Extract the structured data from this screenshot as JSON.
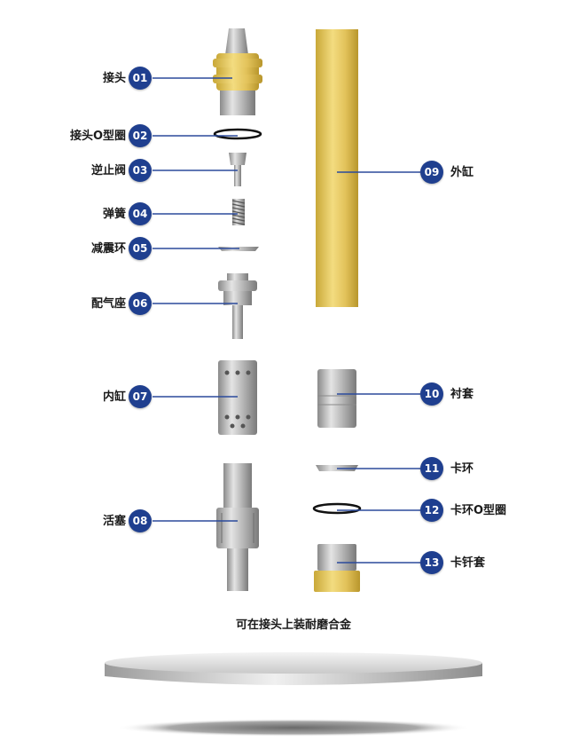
{
  "colors": {
    "badge": "#1f3f8f",
    "leader": "#2b4a9c",
    "steel": "#b8b8b8",
    "brass": "#e6c65a"
  },
  "parts": [
    {
      "num": "01",
      "label": "接头"
    },
    {
      "num": "02",
      "label": "接头O型圈"
    },
    {
      "num": "03",
      "label": "逆止阀"
    },
    {
      "num": "04",
      "label": "弹簧"
    },
    {
      "num": "05",
      "label": "减震环"
    },
    {
      "num": "06",
      "label": "配气座"
    },
    {
      "num": "07",
      "label": "内缸"
    },
    {
      "num": "08",
      "label": "活塞"
    },
    {
      "num": "09",
      "label": "外缸"
    },
    {
      "num": "10",
      "label": "衬套"
    },
    {
      "num": "11",
      "label": "卡环"
    },
    {
      "num": "12",
      "label": "卡环O型圈"
    },
    {
      "num": "13",
      "label": "卡钎套"
    }
  ],
  "footnote": "可在接头上装耐磨合金"
}
